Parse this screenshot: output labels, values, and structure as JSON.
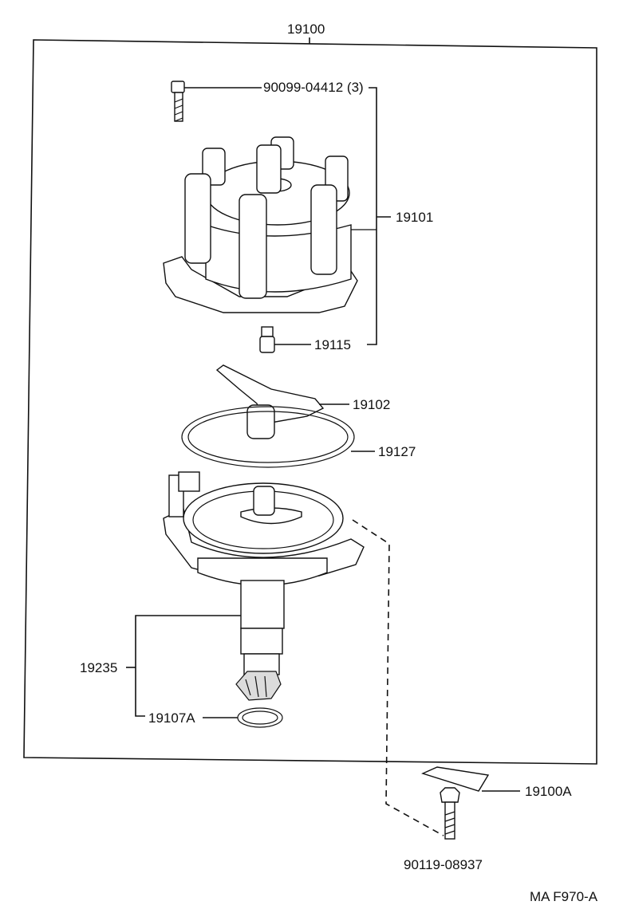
{
  "labels": {
    "assembly": "19100",
    "screw_top": "90099-04412 (3)",
    "cap": "19101",
    "brush": "19115",
    "rotor": "19102",
    "gasket": "19127",
    "housing": "19235",
    "oring": "19107A",
    "label_plate": "19100A",
    "bolt": "90119-08937",
    "drawing_id": "MA F970-A"
  }
}
